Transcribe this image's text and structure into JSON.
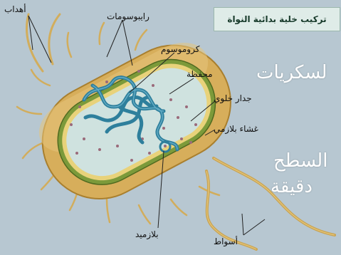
{
  "title": "تركيب خلية بدائية النواة",
  "labels": {
    "flagella_top": "أهداب",
    "ribosomes": "رايبوسومات",
    "chromosome": "كروموسوم",
    "capsule": "محفظة",
    "cell_wall": "جدار خلوي",
    "plasma_membrane": "غشاء بلازمي",
    "plasmid": "بلازميد",
    "flagella_bottom": "أسواط"
  },
  "overlay_text": {
    "line1": "لسكريات",
    "line2": "السطح",
    "line3": "دقيقة"
  },
  "colors": {
    "background": "#b7c7d1",
    "capsule": "#d7ae5b",
    "cell_wall": "#7c9a3a",
    "cytoplasm": "#cfe2df",
    "dna": "#2e7f9c",
    "flagella": "#caa453"
  }
}
